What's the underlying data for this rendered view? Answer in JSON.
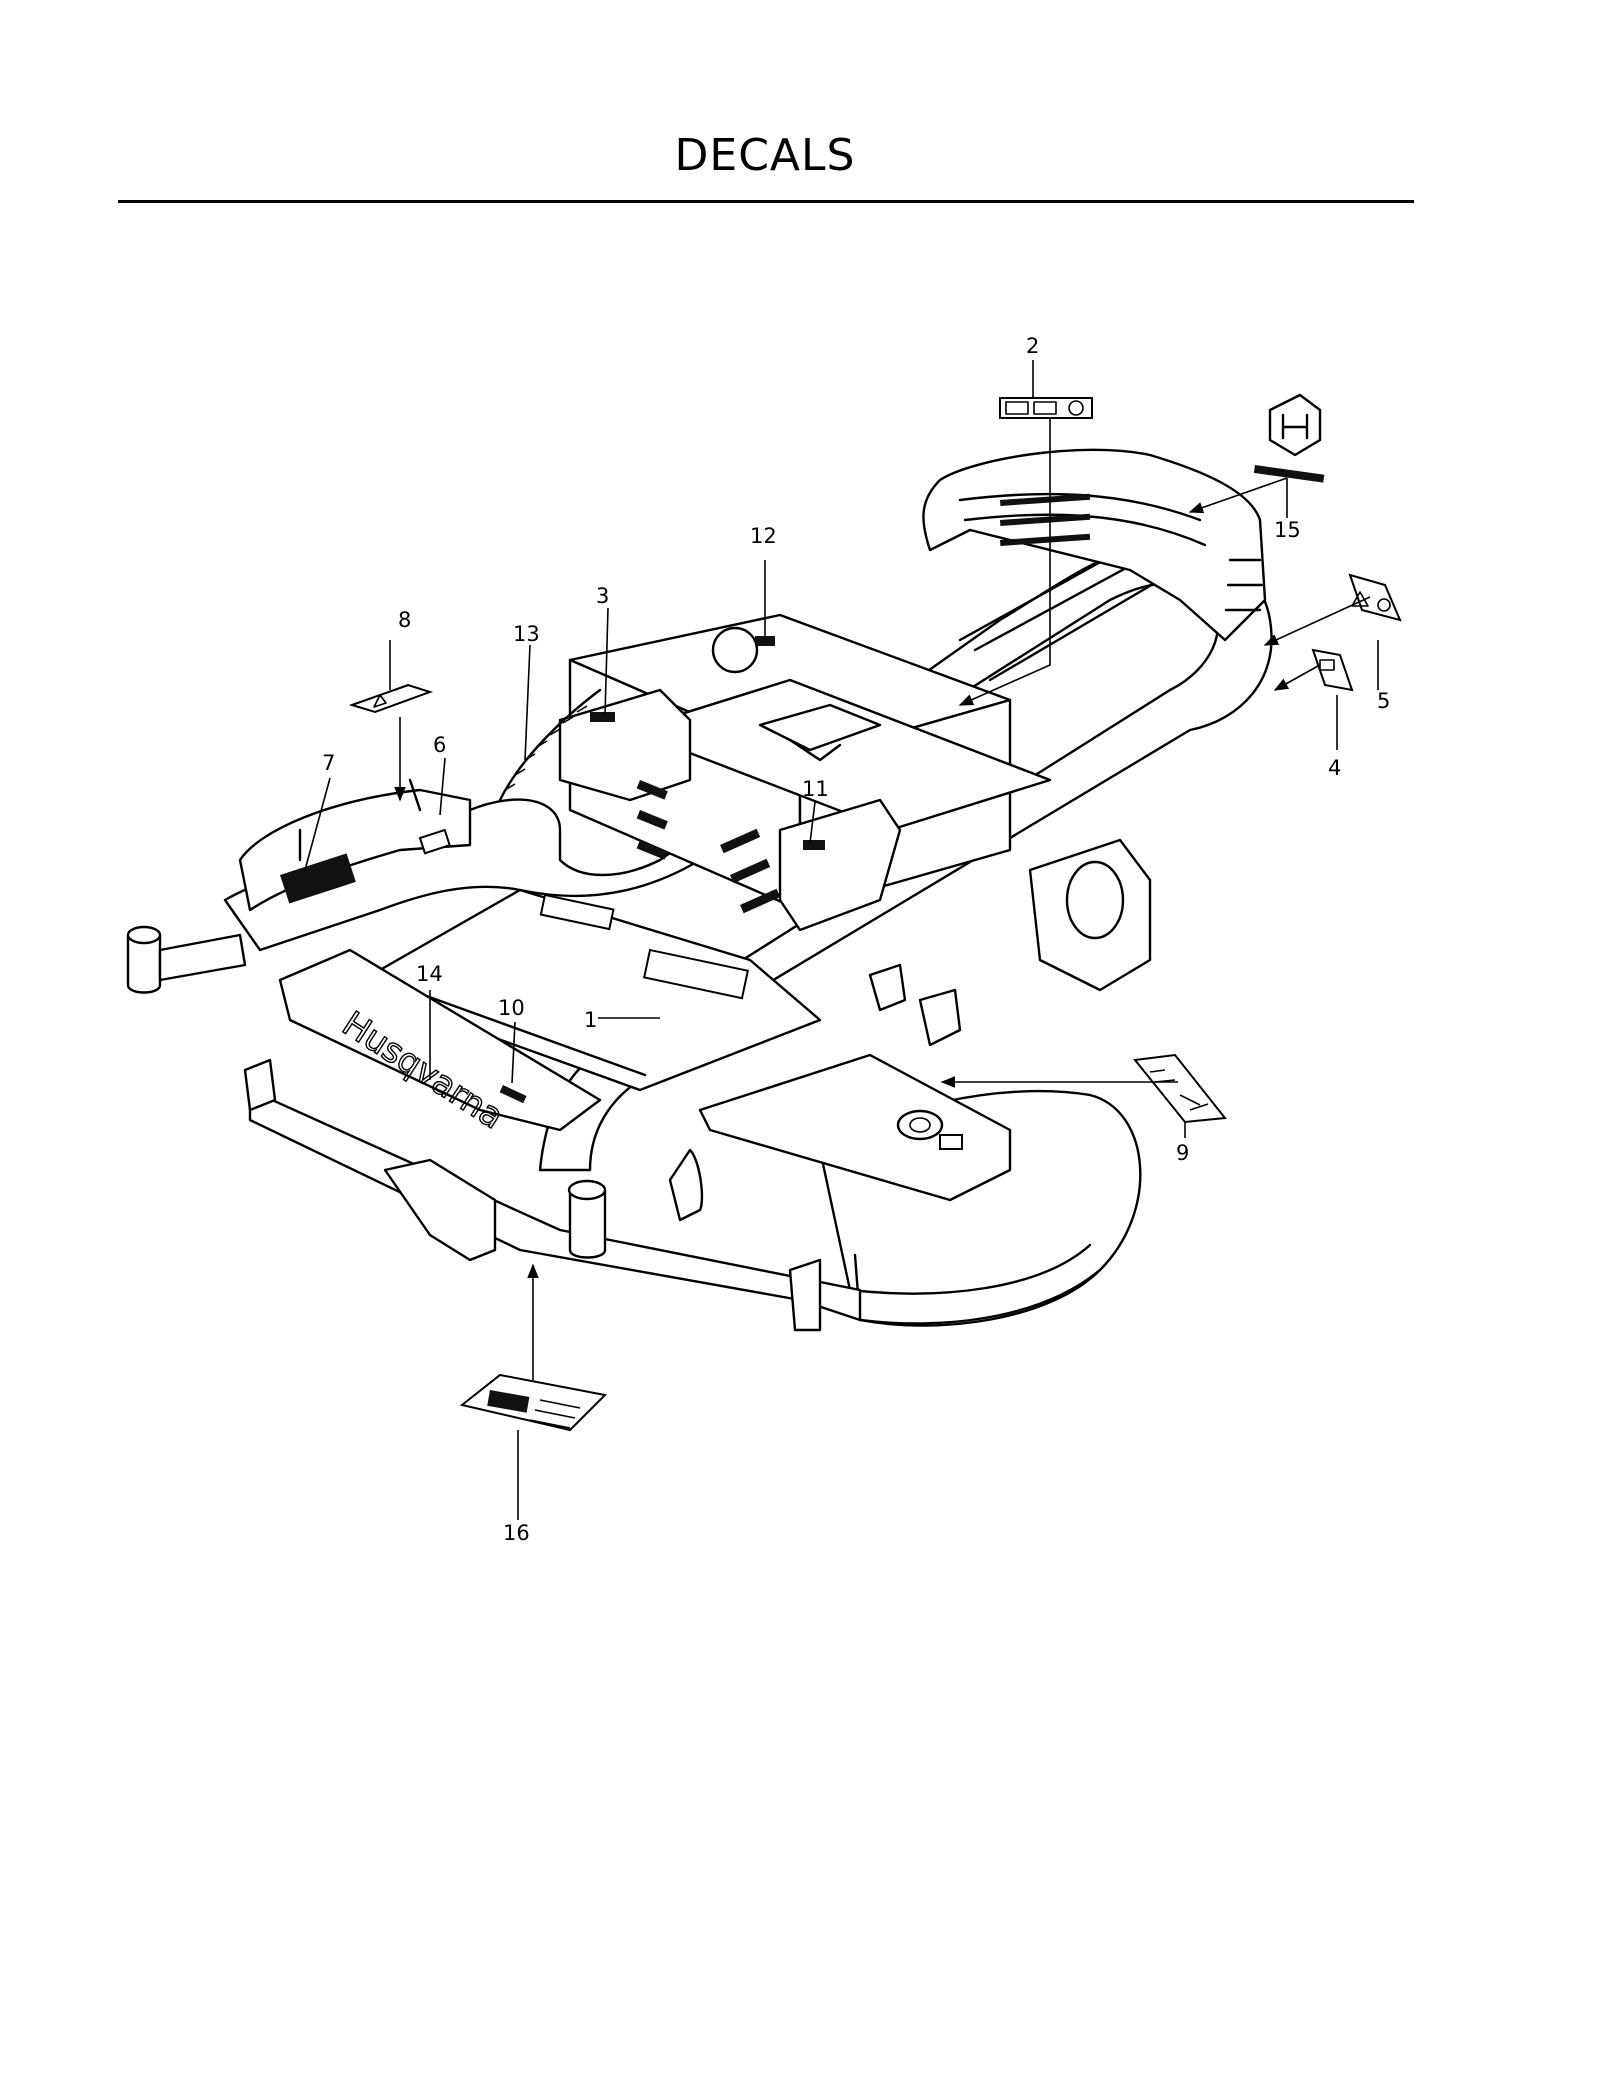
{
  "page": {
    "title": "DECALS"
  },
  "brand": {
    "deck_logo_text": "Husqvarna"
  },
  "callouts": [
    "1",
    "2",
    "3",
    "4",
    "5",
    "6",
    "7",
    "8",
    "9",
    "10",
    "11",
    "12",
    "13",
    "14",
    "15",
    "16"
  ]
}
